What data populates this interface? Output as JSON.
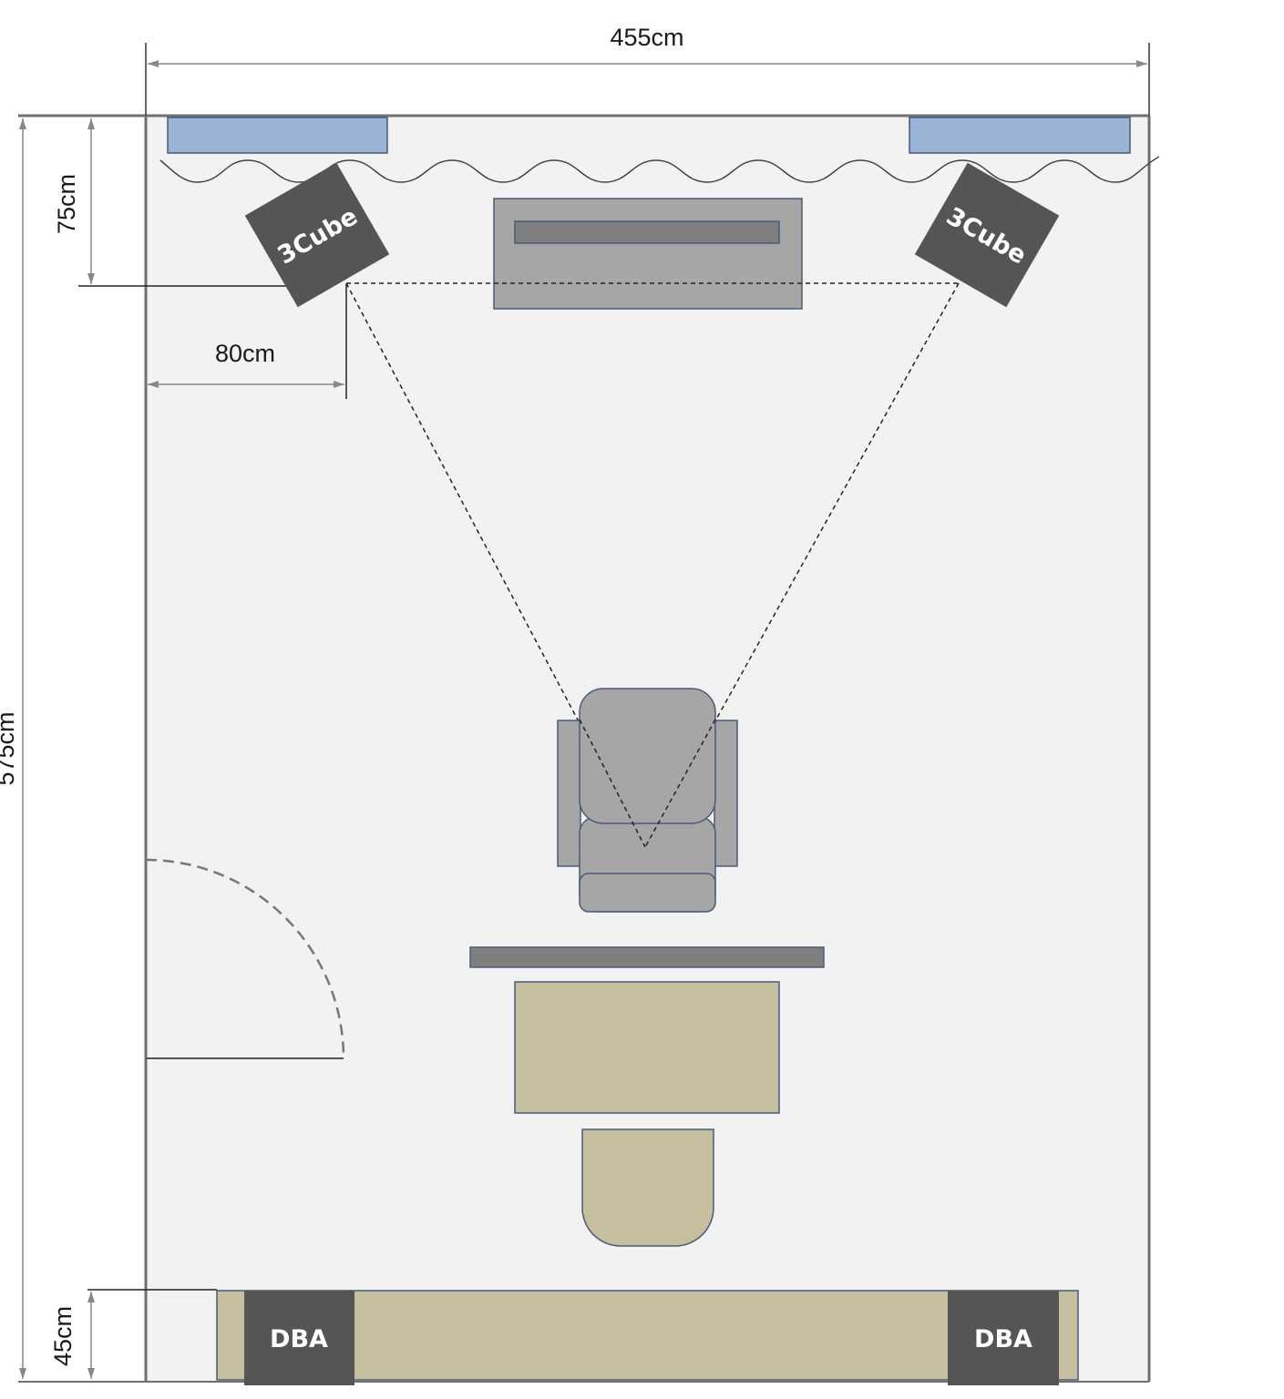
{
  "dimensions": {
    "width": "455cm",
    "length": "575cm",
    "speaker_depth": "75cm",
    "speaker_side": "80cm",
    "dba_depth": "45cm"
  },
  "speakers": {
    "left_label": "3Cube",
    "right_label": "3Cube"
  },
  "dba": {
    "left_label": "DBA",
    "right_label": "DBA"
  },
  "colors": {
    "floor": "#f2f2f2",
    "wall": "#595959",
    "panel": "#9bb3d6",
    "speaker": "#555555",
    "furniture_gray": "#a6a6a6",
    "furniture_dark": "#7f7f7f",
    "tan": "#c5bf9f",
    "outline": "#4a5a78"
  }
}
